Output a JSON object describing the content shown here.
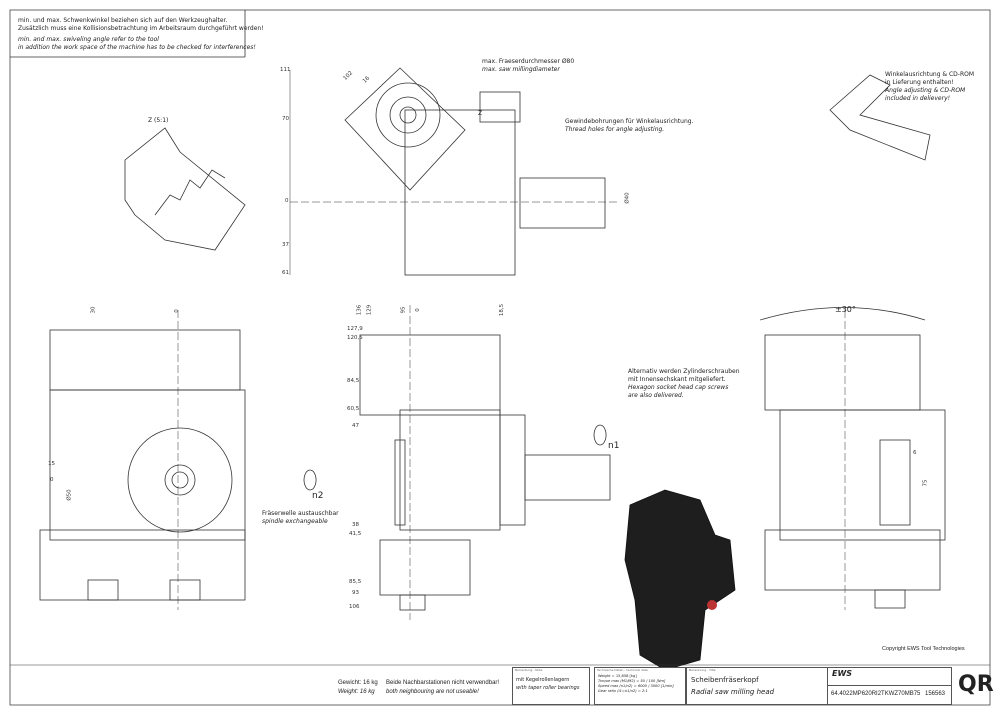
{
  "notes": {
    "de1": "min. und max. Schwenkwinkel beziehen sich auf den Werkzeughalter.",
    "de2": "Zusätzlich muss eine Kollisionsbetrachtung im Arbeitsraum durchgeführt werden!",
    "en1": "min. and max. swiveling angle refer to the tool",
    "en2": "in addition the work space of the machine has to be checked for interferences!"
  },
  "detail": {
    "label": "Z (5:1)"
  },
  "callouts": {
    "diam_de": "max. Fraeserdurchmesser Ø80",
    "diam_en": "max. saw millingdiameter",
    "holes_de": "Gewindebohrungen für Winkelausrichtung.",
    "holes_en": "Thread holes for angle adjusting.",
    "angle_de1": "Winkelausrichtung & CD-ROM",
    "angle_de2": "in Lieferung enthalten!",
    "angle_en1": "Angle adjusting & CD-ROM",
    "angle_en2": "included in delievery!",
    "screw_de1": "Alternativ werden Zylinderschrauben",
    "screw_de2": "mit Innensechskant mitgeliefert.",
    "screw_en1": "Hexagon socket head cap screws",
    "screw_en2": "are also delivered.",
    "spindle_de": "Fräserwelle austauschbar",
    "spindle_en": "spindle exchangeable",
    "z_mark": "Z",
    "n1": "n1",
    "n2": "n2",
    "swivel": "±30°"
  },
  "dims": {
    "top_left": [
      "111",
      "70",
      "0",
      "37",
      "61"
    ],
    "top_diag": [
      "102",
      "16"
    ],
    "top_dia": "Ø40",
    "left_top": [
      "30",
      "0"
    ],
    "left_side": [
      "15",
      "0",
      "Ø50"
    ],
    "mid_left": [
      "127,9",
      "120,5",
      "84,5",
      "60,5",
      "47",
      "38",
      "41,5",
      "85,5",
      "93",
      "106"
    ],
    "mid_top": [
      "136",
      "129",
      "95",
      "0",
      "18,5"
    ],
    "right": [
      "6",
      "75"
    ]
  },
  "footer": {
    "weight_de": "Gewicht: 16 kg",
    "weight_en": "Weight: 16 kg",
    "neigh_de": "Beide Nachbarstationen nicht verwendbar!",
    "neigh_en": "both neighbouring are not useable!",
    "bearing_hdr": "Bemerkung - Note",
    "bearing_de": "mit Kegelrollenlagern",
    "bearing_en": "with taper roller bearings",
    "tech_hdr": "Technische Daten - technical data",
    "tech": [
      "Weight = 15,858 [kg]",
      "Torque max (M1/M2) = 50 / 100 [Nm]",
      "Speed max (n1/n2) = 6000 / 3000 [1/min]",
      "Gear ratio (i1=n1/n2) = 2:1"
    ],
    "title_hdr": "Benennung - Title",
    "title_de": "Scheibenfräserkopf",
    "title_en": "Radial saw milling head",
    "logo": "EWS",
    "part_no": "64.4022MP620RI2TKWZ70MB75",
    "drawing_no": "156563",
    "qr": "QR",
    "copyright": "Copyright EWS Tool Technologies"
  }
}
